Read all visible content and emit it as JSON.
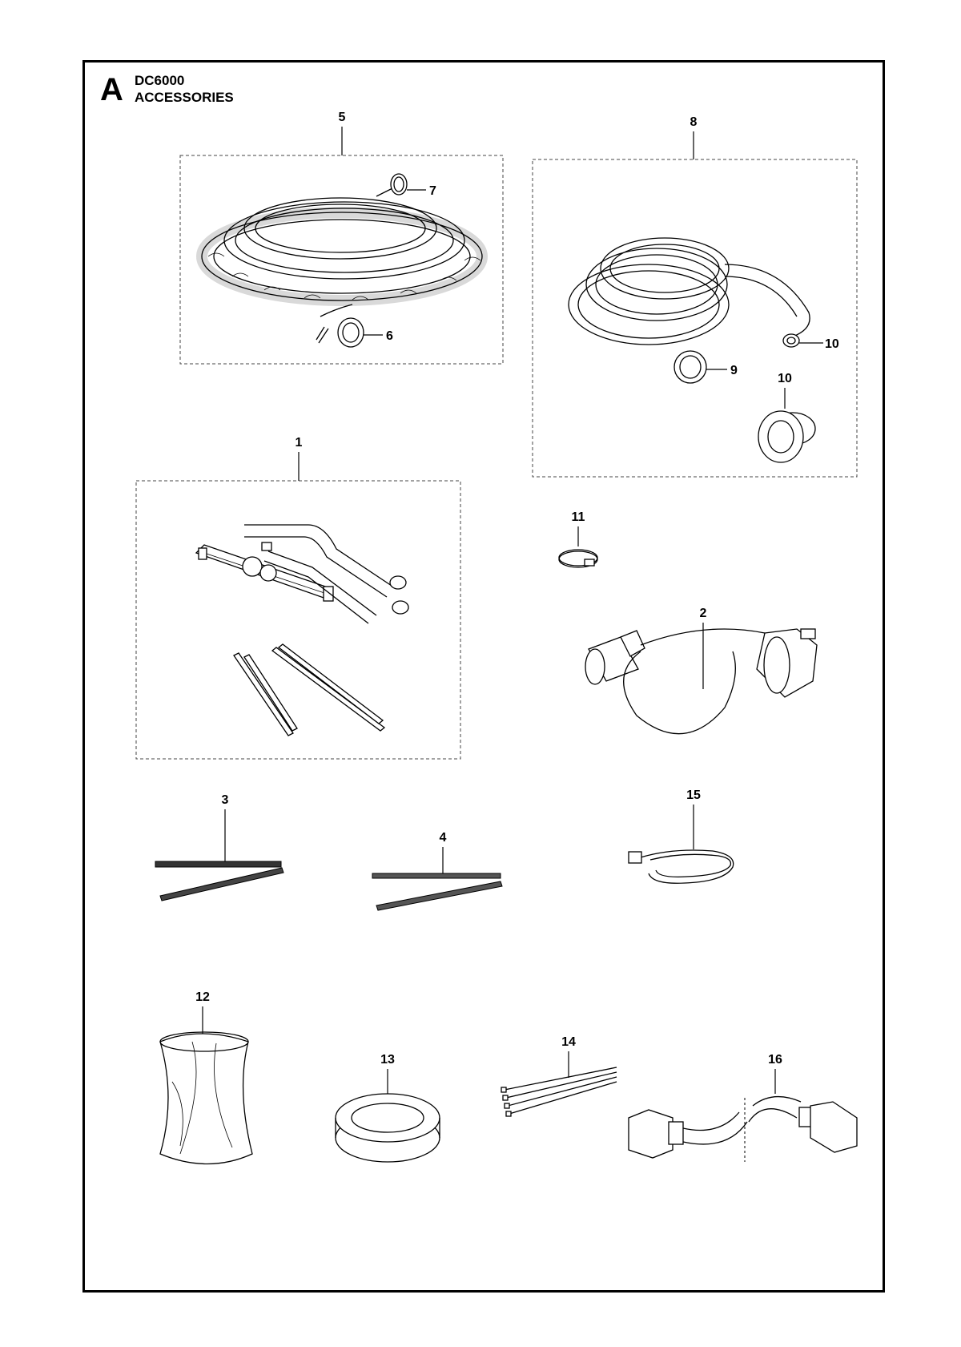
{
  "header": {
    "section_letter": "A",
    "model": "DC6000",
    "title": "ACCESSORIES"
  },
  "callouts": {
    "c1": "1",
    "c2": "2",
    "c3": "3",
    "c4": "4",
    "c5": "5",
    "c6": "6",
    "c7": "7",
    "c8": "8",
    "c9": "9",
    "c10a": "10",
    "c10b": "10",
    "c11": "11",
    "c12": "12",
    "c13": "13",
    "c14": "14",
    "c15": "15",
    "c16": "16"
  }
}
